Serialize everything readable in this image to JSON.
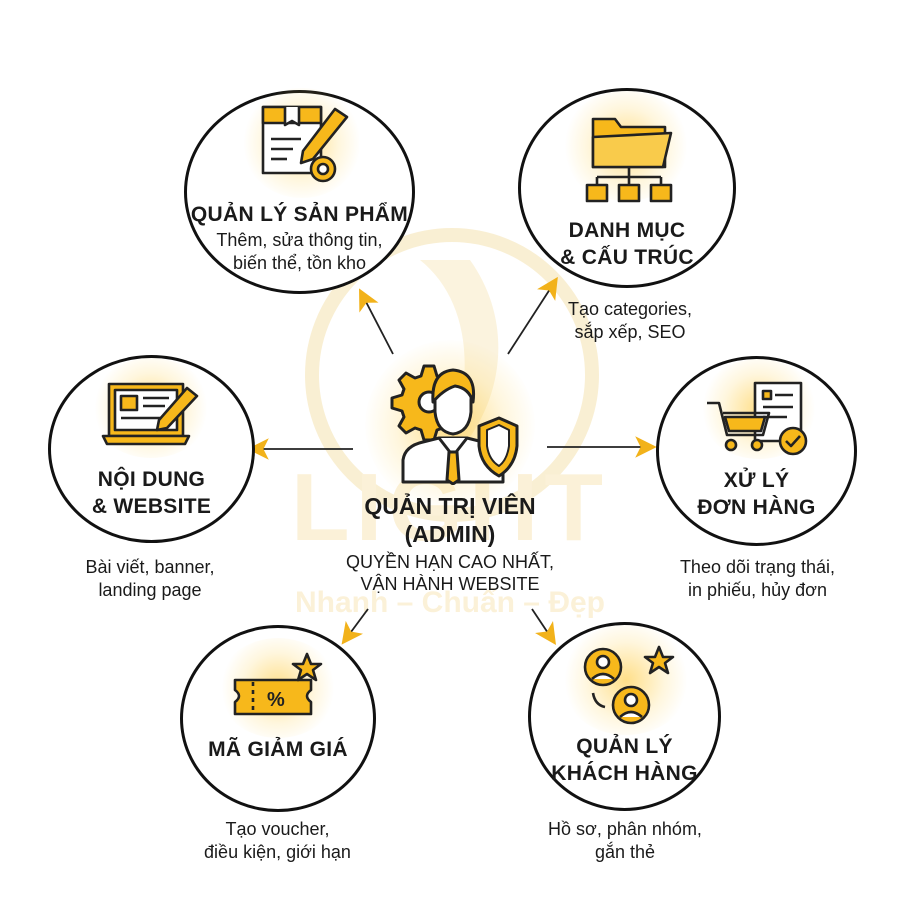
{
  "colors": {
    "accent": "#F7B81B",
    "accent_dark": "#E39A00",
    "stroke": "#111111",
    "watermark": "#F6E7BF"
  },
  "watermark": {
    "brand": "LIGHT",
    "slogan": "Nhanh – Chuẩn – Đẹp"
  },
  "center": {
    "icon": "admin-gear-shield-icon",
    "title": "QUẢN TRỊ VIÊN\n(ADMIN)",
    "subtitle": "QUYỀN HẠN CAO NHẤT,\nVẬN HÀNH WEBSITE"
  },
  "nodes": {
    "products": {
      "icon": "product-box-pencil-gear-icon",
      "title": "QUẢN LÝ SẢN PHẨM",
      "desc": "Thêm, sửa thông tin,\nbiến thể, tồn kho"
    },
    "categories": {
      "icon": "folder-tree-icon",
      "title": "DANH MỤC\n& CẤU TRÚC",
      "desc": "Tạo categories,\nsắp xếp, SEO"
    },
    "content": {
      "icon": "laptop-document-pencil-icon",
      "title": "NỘI DUNG\n& WEBSITE",
      "desc": "Bài viết, banner,\nlanding page"
    },
    "orders": {
      "icon": "cart-invoice-check-icon",
      "title": "XỬ LÝ\nĐƠN HÀNG",
      "desc": "Theo dõi trạng thái,\nin phiếu, hủy đơn"
    },
    "coupons": {
      "icon": "ticket-percent-star-icon",
      "title": "MÃ GIẢM GIÁ",
      "desc": "Tạo voucher,\nđiều kiện, giới hạn"
    },
    "customers": {
      "icon": "users-star-icon",
      "title": "QUẢN LÝ\nKHÁCH HÀNG",
      "desc": "Hồ sơ, phân nhóm,\ngắn thẻ"
    }
  }
}
